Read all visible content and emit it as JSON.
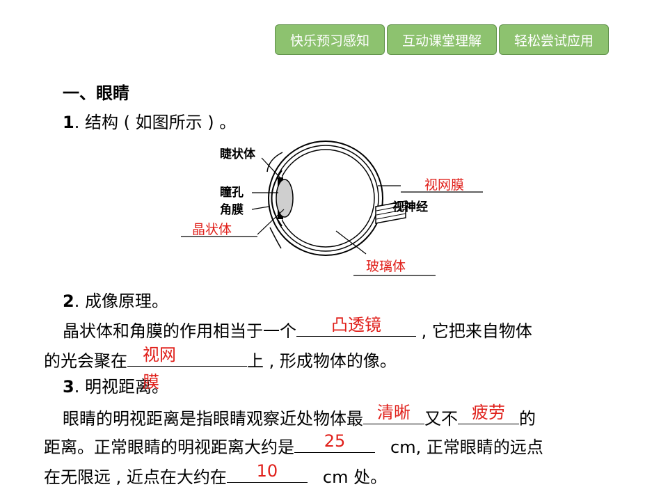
{
  "nav": {
    "tab1": "快乐预习感知",
    "tab2": "互动课堂理解",
    "tab3": "轻松尝试应用"
  },
  "section": {
    "title": "一、眼睛",
    "item1_num": "1",
    "item1_text": ". 结构 ( 如图所示 ) 。",
    "item2_num": "2",
    "item2_text": ". 成像原理。",
    "item3_num": "3",
    "item3_text": ". 明视距离。"
  },
  "diagram": {
    "labels": {
      "ciliary": "睫状体",
      "pupil": "瞳孔",
      "cornea": "角膜",
      "optic_nerve": "视神经"
    },
    "answers": {
      "lens": "晶状体",
      "retina": "视网膜",
      "vitreous": "玻璃体"
    }
  },
  "para2": {
    "l1a": "晶状体和角膜的作用相当于一个",
    "a1": "凸透镜",
    "l1b": " , 它把来自物体",
    "l2a": "的光会聚在",
    "a2": "视网",
    "l2b": "上 , 形成物体的像。"
  },
  "para3": {
    "l1a": "眼睛的明视距离是指眼睛观察近处物体最",
    "a1": "清晰",
    "l1b": "又不",
    "a2": "疲劳",
    "l1c": "的",
    "l2a": "距离。正常眼睛的明视距离大约是",
    "a3": "25",
    "l2b": "cm, 正常眼睛的远点",
    "l3a": "在无限远 , 近点在大约在",
    "a4": "10",
    "l3b": "cm 处。",
    "overlay": "膜"
  },
  "colors": {
    "tab_bg": "#8dc26f",
    "answer": "#e0201b"
  }
}
